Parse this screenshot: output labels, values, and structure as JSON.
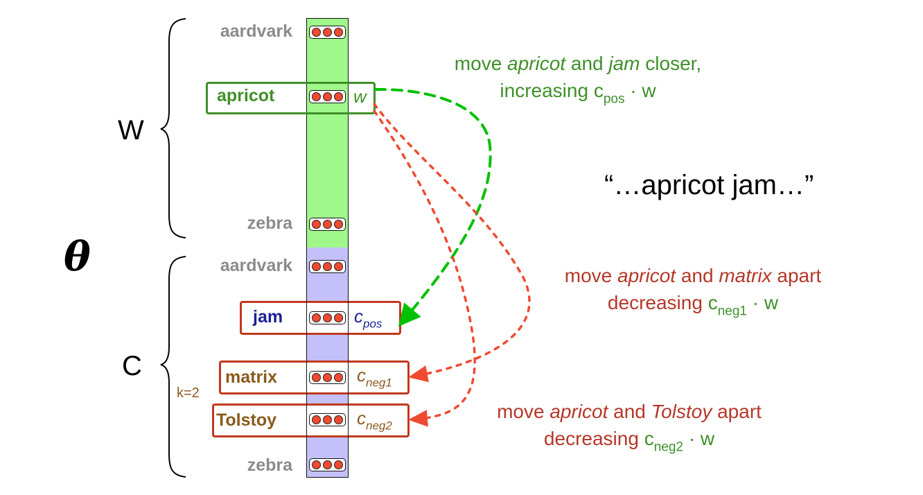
{
  "theta_label": "θ",
  "groups": {
    "W": {
      "label": "W"
    },
    "C": {
      "label": "C",
      "k_label": "k=2"
    }
  },
  "target_embeddings": {
    "top_word": "aardvark",
    "target_word": "apricot",
    "target_vector_label": "w",
    "bottom_word": "zebra"
  },
  "context_embeddings": {
    "top_word": "aardvark",
    "positive": {
      "word": "jam",
      "label_base": "c",
      "label_sub": "pos"
    },
    "negatives": [
      {
        "word": "matrix",
        "label_base": "c",
        "label_sub": "neg1"
      },
      {
        "word": "Tolstoy",
        "label_base": "c",
        "label_sub": "neg2"
      }
    ],
    "bottom_word": "zebra"
  },
  "context_phrase": "“…apricot jam…”",
  "annotations": {
    "positive": {
      "line1_pre": "move ",
      "line1_w1": "apricot",
      "line1_mid": " and ",
      "line1_w2": "jam",
      "line1_post": " closer,",
      "line2_pre": "increasing ",
      "line2_base": "c",
      "line2_sub": "pos",
      "line2_post": " · w"
    },
    "negative1": {
      "line1_pre": "move ",
      "line1_w1": "apricot",
      "line1_mid": " and ",
      "line1_w2": "matrix",
      "line1_post": " apart",
      "line2_pre": "decreasing ",
      "line2_base": "c",
      "line2_sub": "neg1",
      "line2_post": " · w"
    },
    "negative2": {
      "line1_pre": "move ",
      "line1_w1": "apricot",
      "line1_mid": " and ",
      "line1_w2": "Tolstoy",
      "line1_post": " apart",
      "line2_pre": "decreasing ",
      "line2_base": "c",
      "line2_sub": "neg2",
      "line2_post": " · w"
    }
  },
  "colors": {
    "target_green": "#3f8f29",
    "arrow_green": "#00c000",
    "context_red": "#c0391d",
    "arrow_red": "#ef4a31",
    "w_region": "#a0f78a",
    "c_region": "#c3c0fa",
    "context_word_navy": "#1b2193",
    "negative_word_brown": "#8a5a1c",
    "vocab_gray": "#8b8b8b"
  }
}
